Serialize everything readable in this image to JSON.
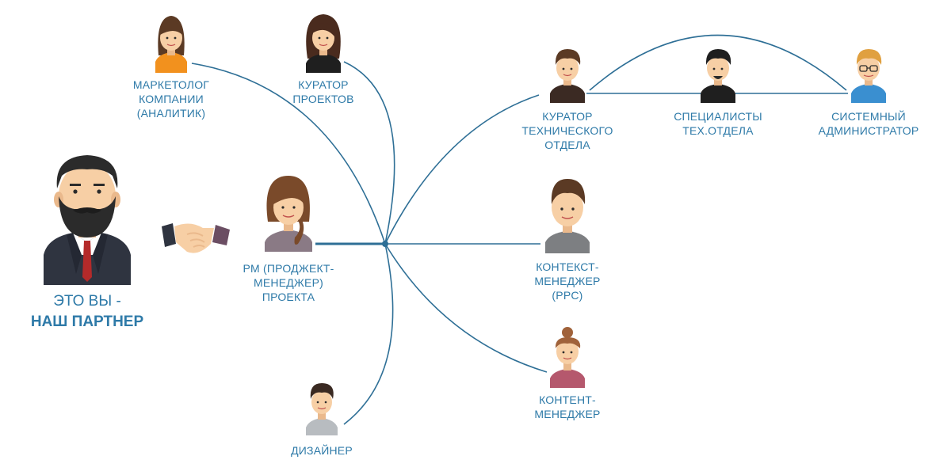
{
  "partner": {
    "line1": "ЭТО ВЫ -",
    "line2": "НАШ ПАРТНЕР"
  },
  "nodes": {
    "marketer": {
      "lines": [
        "МАРКЕТОЛОГ",
        "КОМПАНИИ",
        "(АНАЛИТИК)"
      ]
    },
    "curator_projects": {
      "lines": [
        "КУРАТОР",
        "ПРОЕКТОВ"
      ]
    },
    "pm": {
      "lines": [
        "PM (ПРОДЖЕКТ-",
        "МЕНЕДЖЕР)",
        "ПРОЕКТА"
      ]
    },
    "designer": {
      "lines": [
        "ДИЗАЙНЕР"
      ]
    },
    "curator_tech": {
      "lines": [
        "КУРАТОР",
        "ТЕХНИЧЕСКОГО",
        "ОТДЕЛА"
      ]
    },
    "tech_specialists": {
      "lines": [
        "СПЕЦИАЛИСТЫ",
        "ТЕХ.ОТДЕЛА"
      ]
    },
    "sysadmin": {
      "lines": [
        "СИСТЕМНЫЙ",
        "АДМИНИСТРАТОР"
      ]
    },
    "context_manager": {
      "lines": [
        "КОНТЕКСТ-",
        "МЕНЕДЖЕР",
        "(PPC)"
      ]
    },
    "content_manager": {
      "lines": [
        "КОНТЕНТ-",
        "МЕНЕДЖЕР"
      ]
    }
  },
  "colors": {
    "line": "#2e6f96",
    "text": "#2e7aa8",
    "skin": "#f7cfa5",
    "skin_shade": "#eab98c"
  },
  "icons": {
    "handshake": "handshake-icon"
  }
}
